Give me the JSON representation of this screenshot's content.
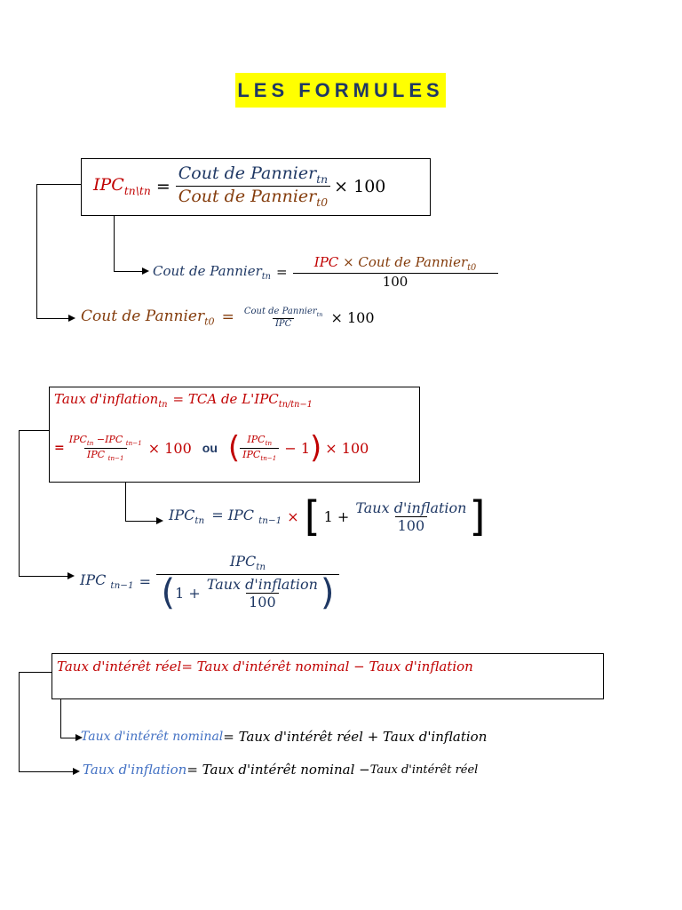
{
  "title": "LES FORMULES",
  "section1": {
    "main_lhs": "IPC",
    "main_lhs_sub": "tn\\tn",
    "main_num": "Cout de Pannier",
    "main_num_sub": "tn",
    "main_den": "Cout de Pannier",
    "main_den_sub": "t0",
    "times100": "× 100",
    "f2_lhs": "Cout de Pannier",
    "f2_lhs_sub": "tn",
    "f2_num_a": "IPC",
    "f2_num_b": "× Cout de Pannier",
    "f2_num_b_sub": "t0",
    "f2_den": "100",
    "f3_lhs": "Cout de Pannier",
    "f3_lhs_sub": "t0",
    "f3_num": "Cout de Pannier",
    "f3_num_sub": "tn",
    "f3_den": "IPC",
    "f3_times": "× 100"
  },
  "section2": {
    "l1_a": "Taux d'inflation",
    "l1_a_sub": "tn",
    "l1_b": "= TCA de L'IPC",
    "l1_b_sub": "tn/tn−1",
    "l2_eq": "=",
    "l2_num": "IPC",
    "l2_num_sub1": "tn",
    "l2_num_mid": " −IPC ",
    "l2_num_sub2": "tn−1",
    "l2_den": "IPC ",
    "l2_den_sub": "tn−1",
    "l2_times": "× 100",
    "l2_ou": "ou",
    "l2_p_num": "IPC",
    "l2_p_num_sub": "tn",
    "l2_p_den": "IPC",
    "l2_p_den_sub": "tn−1",
    "l2_minus1": "− 1",
    "f2_lhs": "IPC",
    "f2_lhs_sub": "tn",
    "f2_eq": "= IPC ",
    "f2_eq_sub": "tn−1",
    "f2_times": "×",
    "f2_one": "1 +",
    "f2_num": "Taux d'inflation",
    "f2_den": "100",
    "f3_lhs": "IPC ",
    "f3_lhs_sub": "tn−1",
    "f3_num": "IPC",
    "f3_num_sub": "tn",
    "f3_one": "1 +",
    "f3_inner_num": "Taux d'inflation",
    "f3_inner_den": "100"
  },
  "section3": {
    "main_a": "Taux d'intérêt réel",
    "main_b": " = Taux d'intérêt nominal − Taux d'inflation",
    "f2_a": "Taux d'intérêt nominal",
    "f2_b": " = Taux d'intérêt réel + Taux d'inflation",
    "f3_a": "Taux d'inflation",
    "f3_b": " = Taux d'intérêt nominal − ",
    "f3_c": "Taux d'intérêt réel"
  },
  "colors": {
    "title_bg": "#ffff00",
    "title_text": "#1f3864",
    "red": "#c00000",
    "brown": "#843c0c",
    "navy": "#1f3864",
    "blue": "#4472c4"
  }
}
